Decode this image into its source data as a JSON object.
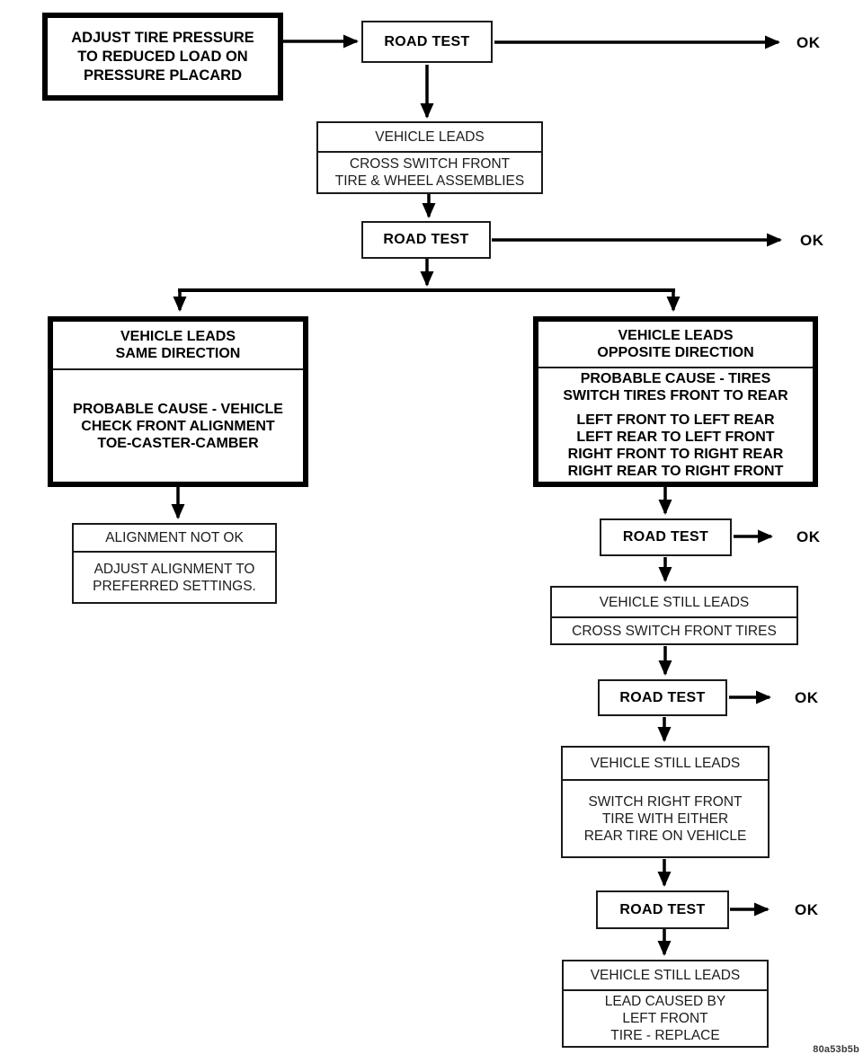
{
  "colors": {
    "line": "#000000",
    "background": "#ffffff",
    "text": "#111111"
  },
  "flowchart": {
    "figure_code": "80a53b5b",
    "labels": {
      "ok": "OK",
      "road_test": "ROAD TEST"
    },
    "nodes": {
      "adjust_pressure": {
        "text": "ADJUST TIRE PRESSURE\nTO REDUCED LOAD ON\nPRESSURE PLACARD"
      },
      "vehicle_leads": {
        "title": "VEHICLE LEADS",
        "action": "CROSS SWITCH FRONT\nTIRE & WHEEL ASSEMBLIES"
      },
      "same_direction": {
        "title": "VEHICLE LEADS\nSAME DIRECTION",
        "detail": "PROBABLE CAUSE - VEHICLE\nCHECK FRONT ALIGNMENT\nTOE-CASTER-CAMBER"
      },
      "alignment_not_ok": {
        "title": "ALIGNMENT NOT OK",
        "action": "ADJUST ALIGNMENT TO\nPREFERRED SETTINGS."
      },
      "opposite_direction": {
        "title": "VEHICLE LEADS\nOPPOSITE DIRECTION",
        "cause": "PROBABLE CAUSE - TIRES\nSWITCH TIRES FRONT TO REAR",
        "swap_list": "LEFT FRONT TO LEFT REAR\nLEFT REAR TO LEFT FRONT\nRIGHT FRONT TO RIGHT REAR\nRIGHT REAR TO RIGHT FRONT"
      },
      "still_leads_cross_switch": {
        "title": "VEHICLE STILL LEADS",
        "action": "CROSS SWITCH FRONT TIRES"
      },
      "still_leads_switch_right": {
        "title": "VEHICLE STILL LEADS",
        "action": "SWITCH RIGHT FRONT\nTIRE WITH EITHER\nREAR TIRE ON VEHICLE"
      },
      "still_leads_replace": {
        "title": "VEHICLE STILL LEADS",
        "action": "LEAD CAUSED BY\nLEFT FRONT\nTIRE - REPLACE"
      }
    }
  }
}
